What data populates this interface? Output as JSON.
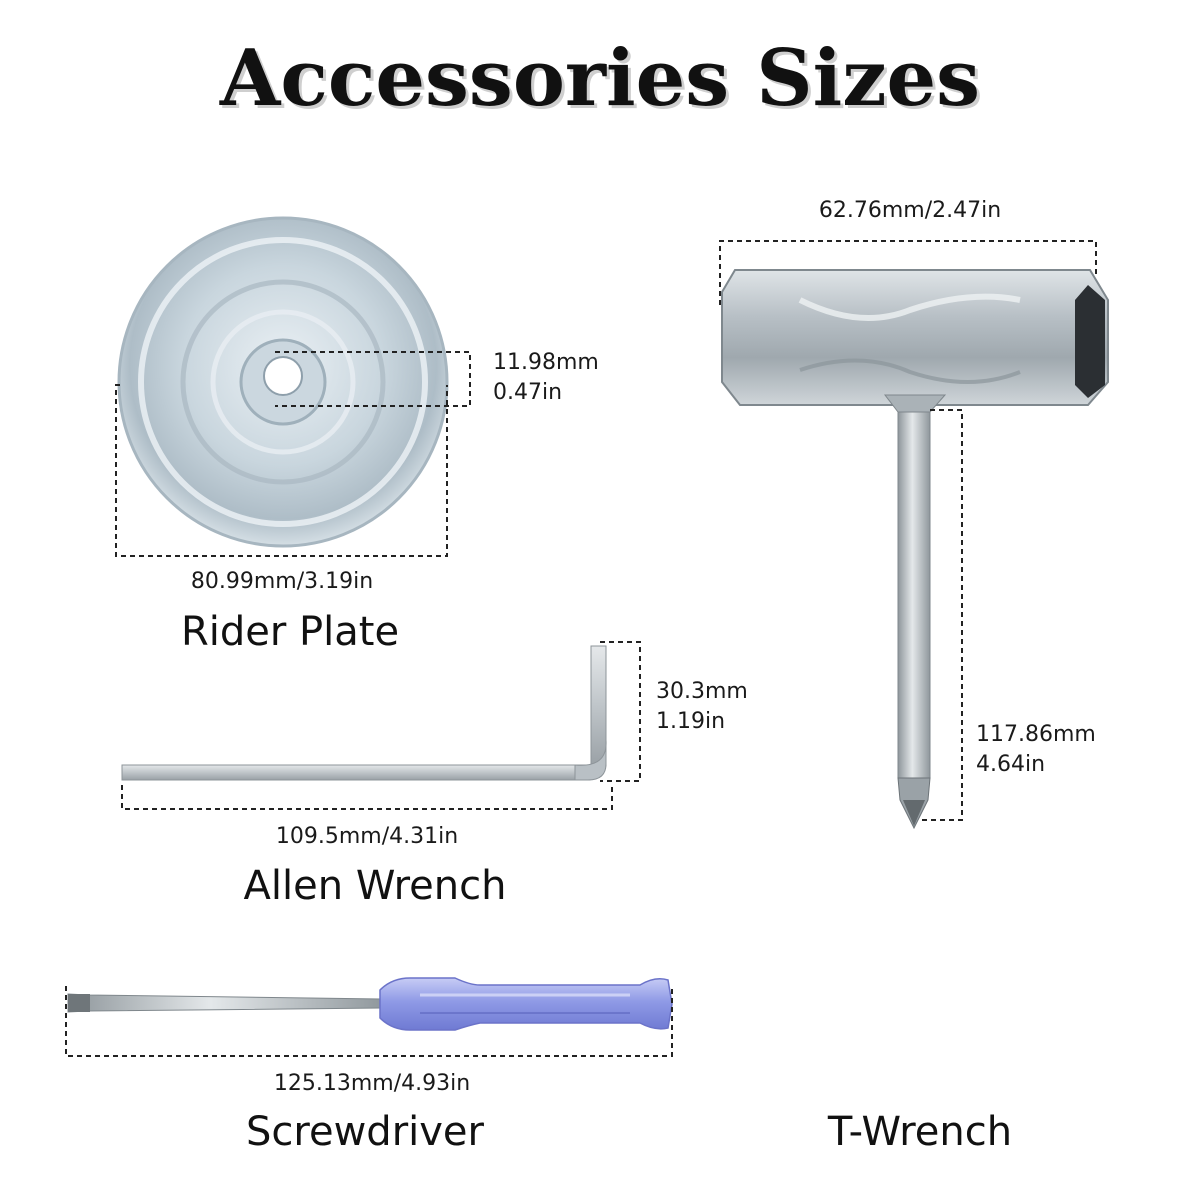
{
  "title": "Accessories Sizes",
  "items": {
    "rider_plate": {
      "name": "Rider Plate",
      "diameter": "80.99mm/3.19in",
      "hole_mm": "11.98mm",
      "hole_in": "0.47in"
    },
    "allen_wrench": {
      "name": "Allen Wrench",
      "length": "109.5mm/4.31in",
      "height_mm": "30.3mm",
      "height_in": "1.19in"
    },
    "screwdriver": {
      "name": "Screwdriver",
      "length": "125.13mm/4.93in"
    },
    "t_wrench": {
      "name": "T-Wrench",
      "width": "62.76mm/2.47in",
      "height_mm": "117.86mm",
      "height_in": "4.64in"
    }
  },
  "colors": {
    "metal": "#b9c4cb",
    "handle": "#8f9ae6",
    "guides": "#222222"
  }
}
